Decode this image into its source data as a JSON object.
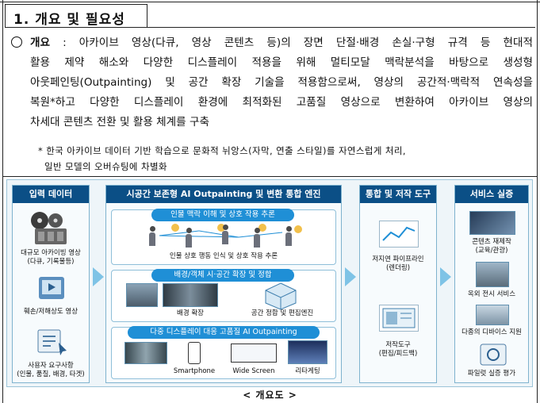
{
  "section": {
    "heading": "1. 개요 및 필요성"
  },
  "overview": {
    "label": "개요",
    "lines": [
      ": 아카이브 영상(다큐, 영상 콘텐츠 등)의 장면 단절·배경 손실·구형 규격 등 현대적",
      "활용 제약 해소와 다양한 디스플레이 적용을 위해 멀티모달 맥락분석을 바탕으로 생성형",
      "아웃페인팅(Outpainting) 및 공간 확장 기술을 적용함으로써, 영상의 공간적·맥락적 연속성을",
      "복원*하고 다양한 디스플레이 환경에 최적화된 고품질 영상으로 변환하여 아카이브 영상의",
      "차세대 콘텐츠 전환 및 활용 체계를 구축"
    ]
  },
  "footnote": {
    "lines": [
      "* 한국 아카이브 데이터 기반 학습으로 문화적 뉘앙스(자막, 연출 스타일)를 자연스럽게 처리,",
      "일반 모델의 오버슈팅에 차별화"
    ]
  },
  "diagram": {
    "input": {
      "title": "입력 데이터",
      "items": [
        "대규모 아카이빙 영상",
        "(다큐, 기록물등)",
        "훼손/저해상도 영상",
        "사용자 요구사항",
        "(인물, 품질, 배경, 타겟)"
      ]
    },
    "engine": {
      "title": "시공간 보존형 AI  Outpainting 및 변환 통합 엔진",
      "panels": [
        {
          "title": "인물 맥락 이해 및 상호 작용 추론",
          "captions": [
            "인물 상호 행동 인식 및 상호 작용 추론"
          ]
        },
        {
          "title": "배경/객체 시·공간 확장 및 정합",
          "captions": [
            "배경 확장",
            "공간 정합 및 편집엔진"
          ]
        },
        {
          "title": "다중 디스플레이 대응 고품질 AI Outpainting",
          "captions": [
            "Smartphone",
            "Wide Screen",
            "리타게팅"
          ]
        }
      ]
    },
    "tools": {
      "title": "통합 및 저작 도구",
      "items": [
        "저지연 파이프라인",
        "(렌더링)",
        "저작도구",
        "(편집/피드백)"
      ]
    },
    "services": {
      "title": "서비스 실증",
      "items": [
        "콘텐츠 재제작",
        "(교육/관광)",
        "옥외 전시 서비스",
        "다종의 디바이스 지원",
        "파일럿 실증 평가"
      ]
    }
  },
  "figure_caption": "< 개요도 >",
  "colors": {
    "header_blue": "#0b4f86",
    "accent_blue": "#1f8fd6",
    "panel_bg": "#eef5f9"
  }
}
